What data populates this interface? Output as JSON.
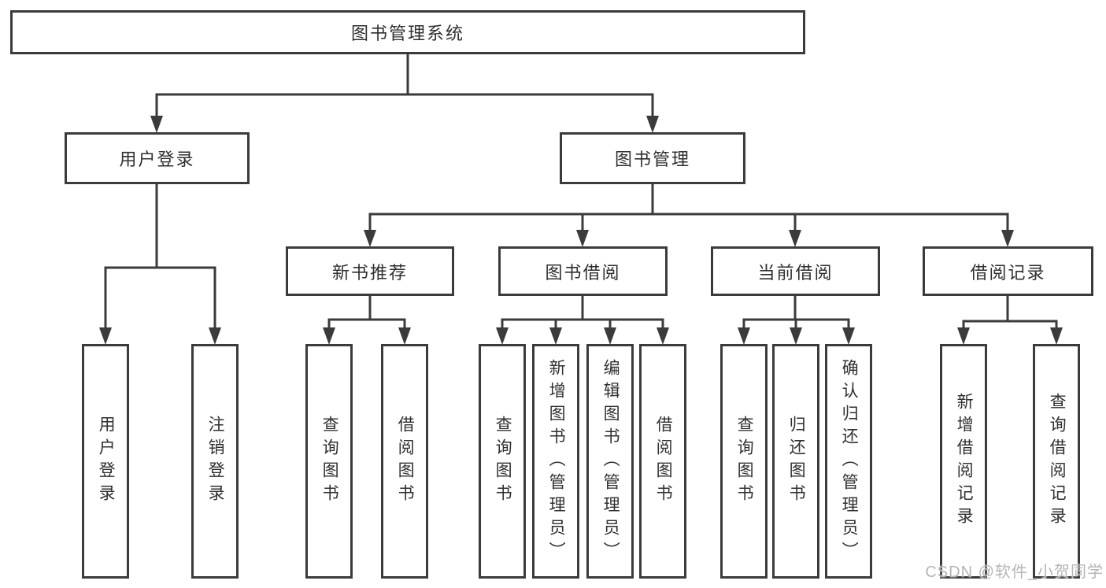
{
  "colors": {
    "line": "#3b3b3b",
    "box_border": "#3b3b3b",
    "box_fill": "#ffffff",
    "text": "#2f2f2f",
    "watermark_text": "#b5b5b5"
  },
  "watermark": {
    "text": "CSDN @软件_小贺同学"
  },
  "tree": {
    "root": {
      "label": "图书管理系统",
      "children": [
        {
          "label": "用户登录",
          "children": [
            {
              "label": "用户登录"
            },
            {
              "label": "注销登录"
            }
          ]
        },
        {
          "label": "图书管理",
          "children": [
            {
              "label": "新书推荐",
              "children": [
                {
                  "label": "查询图书"
                },
                {
                  "label": "借阅图书"
                }
              ]
            },
            {
              "label": "图书借阅",
              "children": [
                {
                  "label": "查询图书"
                },
                {
                  "label": "新增图书（管理员）"
                },
                {
                  "label": "编辑图书（管理员）"
                },
                {
                  "label": "借阅图书"
                }
              ]
            },
            {
              "label": "当前借阅",
              "children": [
                {
                  "label": "查询图书"
                },
                {
                  "label": "归还图书"
                },
                {
                  "label": "确认归还（管理员）"
                }
              ]
            },
            {
              "label": "借阅记录",
              "children": [
                {
                  "label": "新增借阅记录"
                },
                {
                  "label": "查询借阅记录"
                }
              ]
            }
          ]
        }
      ]
    }
  }
}
